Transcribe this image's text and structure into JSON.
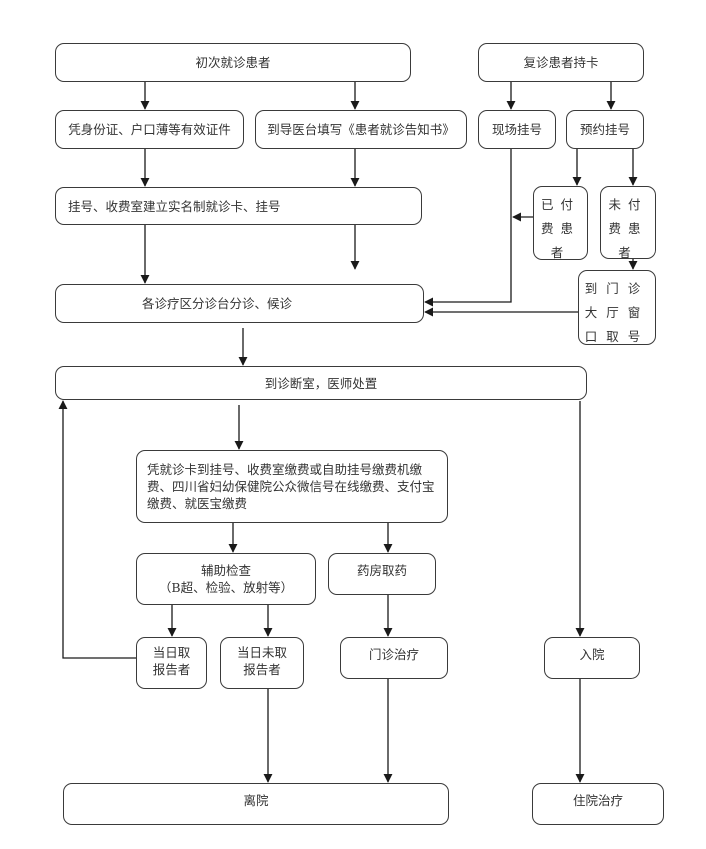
{
  "diagram": {
    "title": "医院就诊流程",
    "line_color": "#1a1a1a",
    "nodes": {
      "first_visit": "初次就诊患者",
      "return_visit": "复诊患者持卡",
      "id_docs": "凭身份证、户口薄等有效证件",
      "guide_desk": "到导医台填写《患者就诊告知书》",
      "onsite_reg": "现场挂号",
      "appt_reg": "预约挂号",
      "create_card": "挂号、收费室建立实名制就诊卡、挂号",
      "paid": "已付\n费患\n者",
      "unpaid": "未付\n费患\n者",
      "lobby_window": "到门诊\n大厅窗\n口取号",
      "triage": "各诊疗区分诊台分诊、候诊",
      "consult": "到诊断室，医师处置",
      "payment": "凭就诊卡到挂号、收费室缴费或自助挂号缴费机缴费、四川省妇幼保健院公众微信号在线缴费、支付宝缴费、就医宝缴费",
      "aux_exam": "辅助检查\n（B超、检验、放射等）",
      "pharmacy": "药房取药",
      "same_day": "当日取\n报告者",
      "not_same_day": "当日未取\n报告者",
      "outpatient_treat": "门诊治疗",
      "admit": "入院",
      "discharge": "离院",
      "inpatient_treat": "住院治疗"
    },
    "edges": [
      {
        "from": "first_visit",
        "to": "id_docs"
      },
      {
        "from": "first_visit",
        "to": "guide_desk"
      },
      {
        "from": "return_visit",
        "to": "onsite_reg"
      },
      {
        "from": "return_visit",
        "to": "appt_reg"
      },
      {
        "from": "id_docs",
        "to": "create_card"
      },
      {
        "from": "guide_desk",
        "to": "create_card"
      },
      {
        "from": "appt_reg",
        "to": "paid"
      },
      {
        "from": "appt_reg",
        "to": "unpaid"
      },
      {
        "from": "unpaid",
        "to": "lobby_window"
      },
      {
        "from": "paid",
        "to": "onsite_reg_line"
      },
      {
        "from": "onsite_reg",
        "to": "triage"
      },
      {
        "from": "lobby_window",
        "to": "triage"
      },
      {
        "from": "create_card",
        "to": "triage"
      },
      {
        "from": "triage",
        "to": "consult"
      },
      {
        "from": "consult",
        "to": "payment"
      },
      {
        "from": "consult",
        "to": "admit"
      },
      {
        "from": "payment",
        "to": "aux_exam"
      },
      {
        "from": "payment",
        "to": "pharmacy"
      },
      {
        "from": "aux_exam",
        "to": "same_day"
      },
      {
        "from": "aux_exam",
        "to": "not_same_day"
      },
      {
        "from": "pharmacy",
        "to": "outpatient_treat"
      },
      {
        "from": "same_day",
        "to": "consult"
      },
      {
        "from": "not_same_day",
        "to": "discharge"
      },
      {
        "from": "outpatient_treat",
        "to": "discharge"
      },
      {
        "from": "admit",
        "to": "inpatient_treat"
      }
    ]
  }
}
